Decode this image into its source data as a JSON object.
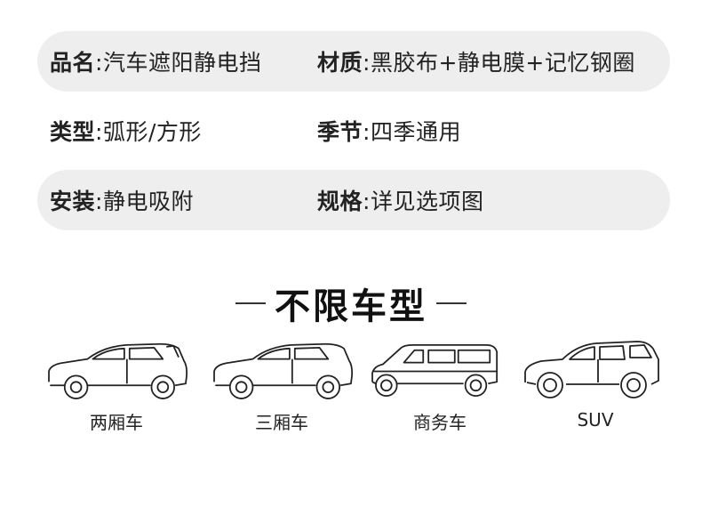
{
  "specs": [
    {
      "k1": "品名",
      "v1": "汽车遮阳静电挡",
      "k2": "材质",
      "v2": "黑胶布+静电膜+记忆钢圈"
    },
    {
      "k1": "类型",
      "v1": "弧形/方形",
      "k2": "季节",
      "v2": "四季通用"
    },
    {
      "k1": "安装",
      "v1": "静电吸附",
      "k2": "规格",
      "v2": "详见选项图"
    }
  ],
  "section_title": "不限车型",
  "cars": [
    {
      "label": "两厢车",
      "icon": "hatchback-icon"
    },
    {
      "label": "三厢车",
      "icon": "sedan-icon"
    },
    {
      "label": "商务车",
      "icon": "van-icon"
    },
    {
      "label": "SUV",
      "icon": "suv-icon"
    }
  ],
  "colors": {
    "row_shade": "#eeeeee",
    "text": "#222222"
  }
}
